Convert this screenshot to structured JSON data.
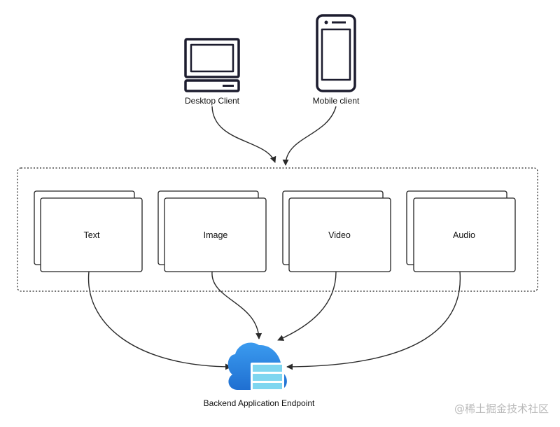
{
  "clients": [
    {
      "id": "desktop",
      "label": "Desktop Client",
      "icon": "desktop-computer-icon"
    },
    {
      "id": "mobile",
      "label": "Mobile client",
      "icon": "mobile-phone-icon"
    }
  ],
  "content_types": [
    {
      "id": "text",
      "label": "Text"
    },
    {
      "id": "image",
      "label": "Image"
    },
    {
      "id": "video",
      "label": "Video"
    },
    {
      "id": "audio",
      "label": "Audio"
    }
  ],
  "endpoint": {
    "label": "Backend Application Endpoint",
    "icon": "cloud-server-icon"
  },
  "watermark": "@稀土掘金技术社区",
  "colors": {
    "stroke": "#1c1c2e",
    "cloud_dark": "#1f6fd1",
    "cloud_light": "#3b9bef",
    "server_panel": "#7fd6f0",
    "watermark": "#b9b9b9"
  }
}
